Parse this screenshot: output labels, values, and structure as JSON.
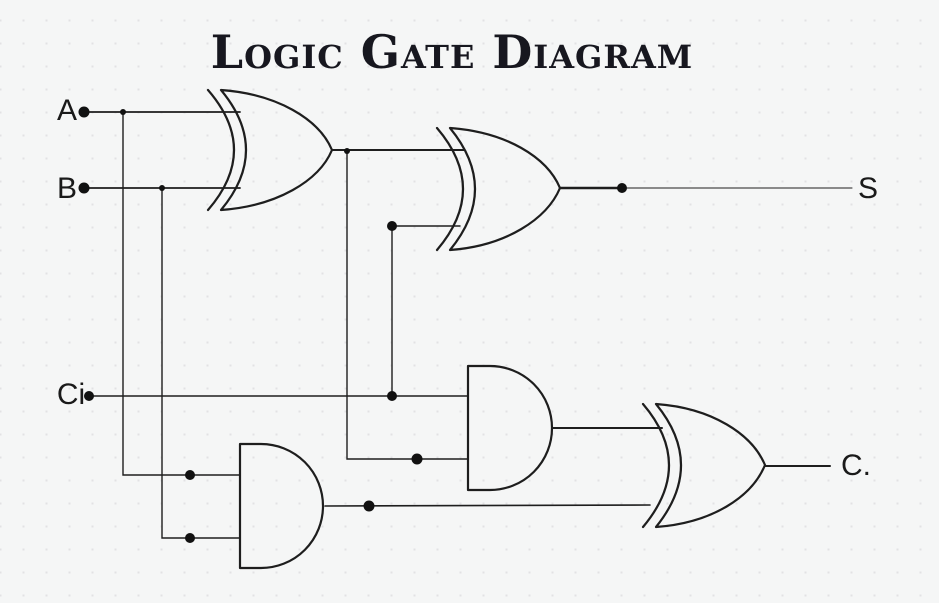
{
  "title": "Logic Gate Diagram",
  "io": {
    "inputs": [
      {
        "id": "A",
        "label": "A"
      },
      {
        "id": "B",
        "label": "B"
      },
      {
        "id": "Ci",
        "label": "Ci"
      }
    ],
    "outputs": [
      {
        "id": "S",
        "label": "S"
      },
      {
        "id": "C",
        "label": "C."
      }
    ]
  },
  "gates": [
    {
      "id": "xor1",
      "type": "XOR",
      "inputs": [
        "A",
        "B"
      ]
    },
    {
      "id": "xor2",
      "type": "XOR",
      "inputs": [
        "xor1.out",
        "Ci"
      ],
      "output": "S"
    },
    {
      "id": "and1",
      "type": "AND",
      "inputs": [
        "Ci",
        "xor1.out"
      ]
    },
    {
      "id": "and2",
      "type": "AND",
      "inputs": [
        "A",
        "B"
      ]
    },
    {
      "id": "xor3",
      "type": "XOR",
      "inputs": [
        "and1.out",
        "and2.out"
      ],
      "output": "C."
    }
  ],
  "colors": {
    "background": "#f5f6f6",
    "grid_dot": "#e2e2e4",
    "stroke": "#1e1e1e",
    "title": "#17171f"
  }
}
